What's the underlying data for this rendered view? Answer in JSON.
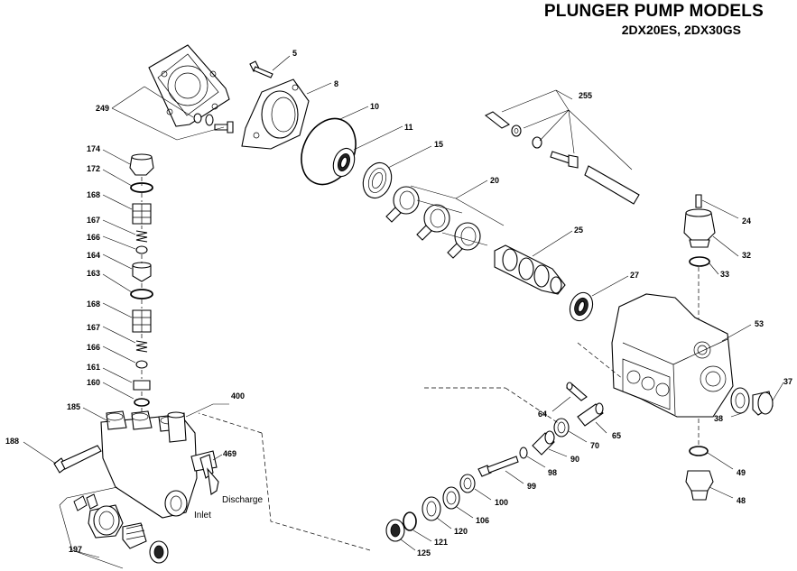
{
  "title": {
    "line1": "PLUNGER PUMP MODELS",
    "line2": "2DX20ES, 2DX30GS"
  },
  "callouts": {
    "c249": "249",
    "c5": "5",
    "c8": "8",
    "c10": "10",
    "c11": "11",
    "c15": "15",
    "c20": "20",
    "c25": "25",
    "c27": "27",
    "c255": "255",
    "c24": "24",
    "c32": "32",
    "c33": "33",
    "c53": "53",
    "c37": "37",
    "c38": "38",
    "c49": "49",
    "c48": "48",
    "c174": "174",
    "c172": "172",
    "c168a": "168",
    "c167a": "167",
    "c166a": "166",
    "c164": "164",
    "c163": "163",
    "c168b": "168",
    "c167b": "167",
    "c166b": "166",
    "c161": "161",
    "c160": "160",
    "c185": "185",
    "c400": "400",
    "c188": "188",
    "c469": "469",
    "c197": "197",
    "c64": "64",
    "c65": "65",
    "c70": "70",
    "c90": "90",
    "c98": "98",
    "c99": "99",
    "c100": "100",
    "c106": "106",
    "c120": "120",
    "c121": "121",
    "c125": "125"
  },
  "labels": {
    "discharge": "Discharge",
    "inlet": "Inlet"
  }
}
